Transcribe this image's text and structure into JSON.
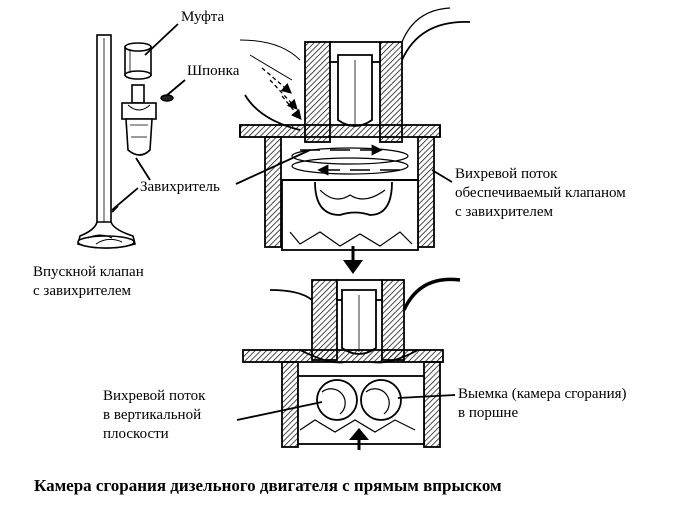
{
  "labels": {
    "mufta": "Муфта",
    "shponka": "Шпонка",
    "zavikhritel": "Завихритель",
    "inlet_valve": [
      "Впускной клапан",
      "с завихрителем"
    ],
    "swirl_valve": [
      "Вихревой поток",
      "обеспечиваемый клапаном",
      "с завихрителем"
    ],
    "swirl_vertical": [
      "Вихревой поток",
      "в вертикальной",
      "плоскости"
    ],
    "piston_bowl": [
      "Выемка (камера сгорания)",
      "в поршне"
    ]
  },
  "caption": "Камера сгорания дизельного двигателя с прямым впрыском",
  "colors": {
    "ink": "#000000",
    "paper": "#ffffff",
    "shade": "#555555"
  }
}
